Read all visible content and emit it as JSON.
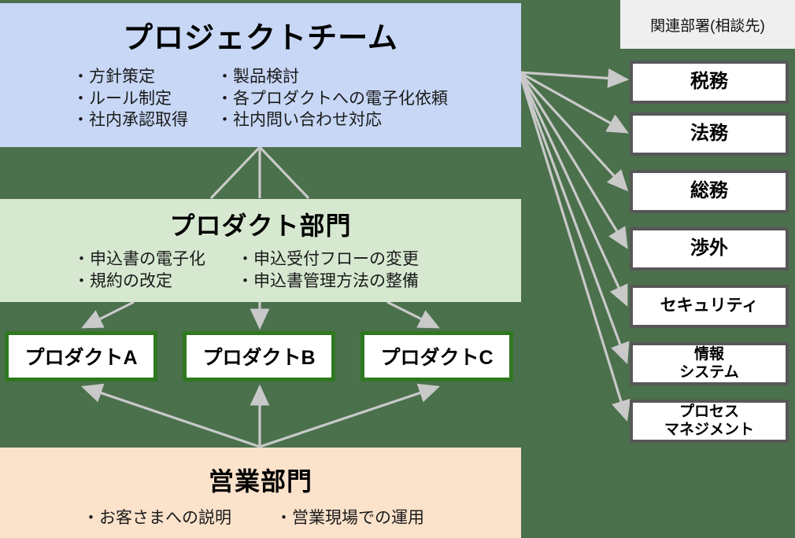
{
  "diagram": {
    "background_color": "#4b704c",
    "bands": [
      {
        "id": "team",
        "title": "プロジェクトチーム",
        "color": "#c7d7f5",
        "column_a": [
          "・方針策定",
          "・ルール制定",
          "・社内承認取得"
        ],
        "column_b": [
          "・製品検討",
          "・各プロダクトへの電子化依頼",
          "・社内問い合わせ対応"
        ]
      },
      {
        "id": "product",
        "title": "プロダクト部門",
        "color": "#d6e8d0",
        "column_a": [
          "・申込書の電子化",
          "・規約の改定"
        ],
        "column_b": [
          "・申込受付フローの変更",
          "・申込書管理方法の整備"
        ]
      },
      {
        "id": "sales",
        "title": "営業部門",
        "color": "#fae2cb",
        "column_a": [
          "・お客さまへの説明"
        ],
        "column_b": [
          "・営業現場での運用"
        ]
      }
    ],
    "product_boxes": [
      {
        "label": "プロダクトA",
        "border_color": "#2f7821"
      },
      {
        "label": "プロダクトB",
        "border_color": "#2f7821"
      },
      {
        "label": "プロダクトC",
        "border_color": "#2f7821"
      }
    ],
    "departments": {
      "header": "関連部署(相談先)",
      "header_background": "#efefef",
      "border_color": "#575757",
      "items": [
        {
          "label": "税務",
          "size": "big"
        },
        {
          "label": "法務",
          "size": "big"
        },
        {
          "label": "総務",
          "size": "big"
        },
        {
          "label": "渉外",
          "size": "big"
        },
        {
          "label": "セキュリティ",
          "size": "mid"
        },
        {
          "label": "情報\nシステム",
          "size": "two"
        },
        {
          "label": "プロセス\nマネジメント",
          "size": "two"
        }
      ]
    },
    "arrow_color": "#c9c9c9"
  }
}
